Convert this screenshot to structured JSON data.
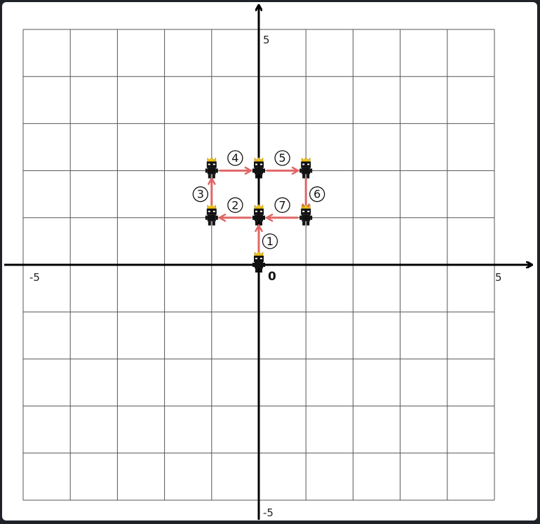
{
  "grid": {
    "x_range": [
      -5,
      5
    ],
    "y_range": [
      -5,
      5
    ],
    "colors": {
      "grid": "#555555",
      "axis": "#000000",
      "arrow": "#e06666",
      "crown": "#f0c419",
      "character": "#111111"
    }
  },
  "axis_labels": {
    "x_min": "-5",
    "x_max": "5",
    "y_max": "5",
    "y_min": "-5",
    "origin": "0"
  },
  "positions": [
    {
      "x": 0,
      "y": 0
    },
    {
      "x": 0,
      "y": 1
    },
    {
      "x": -1,
      "y": 1
    },
    {
      "x": -1,
      "y": 2
    },
    {
      "x": 0,
      "y": 2
    },
    {
      "x": 1,
      "y": 2
    },
    {
      "x": 1,
      "y": 1
    },
    {
      "x": 0,
      "y": 1
    }
  ],
  "steps": [
    {
      "label": "①",
      "from": 0,
      "to": 1
    },
    {
      "label": "②",
      "from": 1,
      "to": 2
    },
    {
      "label": "③",
      "from": 2,
      "to": 3
    },
    {
      "label": "④",
      "from": 3,
      "to": 4
    },
    {
      "label": "⑤",
      "from": 4,
      "to": 5
    },
    {
      "label": "⑥",
      "from": 5,
      "to": 6
    },
    {
      "label": "⑦",
      "from": 6,
      "to": 7
    }
  ],
  "character_icon": "crowned-robot-icon"
}
